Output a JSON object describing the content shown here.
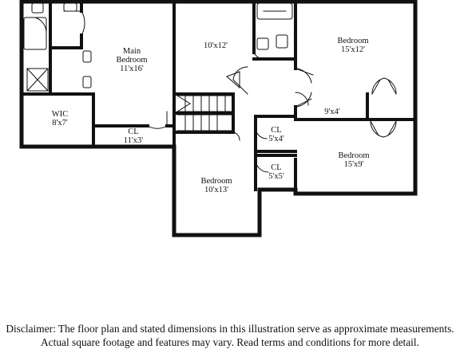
{
  "rooms": {
    "main_bedroom": {
      "name": "Main\nBedroom",
      "dim": "11'x16'"
    },
    "loft": {
      "name": "",
      "dim": "10'x12'"
    },
    "bedroom_ne": {
      "name": "Bedroom",
      "dim": "15'x12'"
    },
    "wic": {
      "name": "WIC",
      "dim": "8'x7'"
    },
    "cl_hall": {
      "name": "CL",
      "dim": "11'x3'"
    },
    "hall_nook": {
      "name": "",
      "dim": "9'x4'"
    },
    "cl_small1": {
      "name": "CL",
      "dim": "5'x4'"
    },
    "cl_small2": {
      "name": "CL",
      "dim": "5'x5'"
    },
    "bedroom_se": {
      "name": "Bedroom",
      "dim": "15'x9'"
    },
    "bedroom_s": {
      "name": "Bedroom",
      "dim": "10'x13'"
    }
  },
  "disclaimer": {
    "line1": "Disclaimer: The floor plan and stated dimensions in this illustration serve as approximate measurements.",
    "line2": "Actual square footage and features may vary. Read terms and conditions for more detail."
  }
}
